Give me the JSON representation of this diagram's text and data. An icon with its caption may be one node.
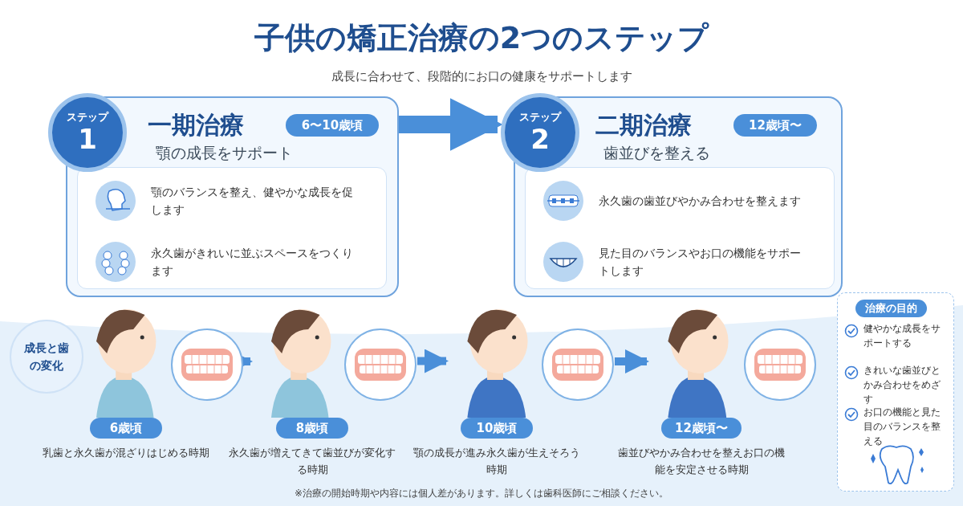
{
  "diagram": {
    "title": "子供の矯正治療の2つのステップ",
    "caption": "※治療の開始時期や内容には個人差があります。詳しくは歯科医師にご相談ください。",
    "nodes": [
      {
        "text": [
          "一期治療",
          "顎の成長をサポート"
        ]
      },
      {
        "text": [
          "ステップ",
          "1"
        ]
      },
      {
        "text": [
          "顎のバランスを整え、健やかな成長を促します"
        ],
        "in": 0
      },
      {
        "text": [
          "永久歯がきれいに並ぶスペースをつくります"
        ],
        "in": 0
      },
      {
        "text": [
          "二期治療",
          "歯並びを整える"
        ]
      },
      {
        "text": [
          "ステップ",
          "2"
        ]
      },
      {
        "text": [
          "永久歯の歯並びやかみ合わせを整えます"
        ],
        "in": 4
      },
      {
        "text": [
          "見た目のバランスやお口の機能をサポートします"
        ],
        "in": 4
      },
      {
        "text": [
          "成長と歯の変化"
        ]
      },
      {
        "text": [],
        "shape": "picture"
      },
      {
        "text": [],
        "shape": "picture"
      },
      {
        "text": [
          "6歳頃"
        ],
        "beside": [
          "乳歯と永久歯が混ざりはじめる時期"
        ]
      },
      {
        "text": [],
        "shape": "picture"
      },
      {
        "text": [],
        "shape": "picture"
      },
      {
        "text": [
          "8歳頃"
        ],
        "beside": [
          "永久歯が増えてきて歯並びが変化する時期"
        ]
      },
      {
        "text": [],
        "shape": "picture"
      },
      {
        "text": [],
        "shape": "picture"
      },
      {
        "text": [
          "10歳頃"
        ],
        "beside": [
          "顎の成長が進み永久歯が生えそろう時期"
        ]
      },
      {
        "text": [],
        "shape": "picture"
      },
      {
        "text": [],
        "shape": "picture"
      },
      {
        "text": [
          "12歳頃〜"
        ],
        "beside": [
          "歯並びやかみ合わせを整えお口の機能を安定させる時期"
        ]
      },
      {
        "text": [
          "治療の目的"
        ]
      },
      {
        "text": [
          "健やかな成長をサポートする"
        ],
        "in": 21
      },
      {
        "text": [
          "きれいな歯並びとかみ合わせをめざす"
        ],
        "in": 21
      },
      {
        "text": [
          "お口の機能と見た目のバランスを整える"
        ],
        "in": 21
      },
      {
        "text": [
          "6〜10歳頃"
        ],
        "in": 0
      },
      {
        "text": [
          "12歳頃〜"
        ],
        "in": 4
      }
    ],
    "edges": [
      {
        "from": 0,
        "to": 5,
        "arrow": "to",
        "style": "thick"
      },
      {
        "from": 10,
        "to": 12,
        "arrow": "to"
      },
      {
        "from": 13,
        "to": 15,
        "arrow": "to"
      },
      {
        "from": 16,
        "to": 18,
        "arrow": "to"
      }
    ],
    "labels": [
      "成長に合わせて、段階的にお口の健康をサポートします"
    ]
  }
}
